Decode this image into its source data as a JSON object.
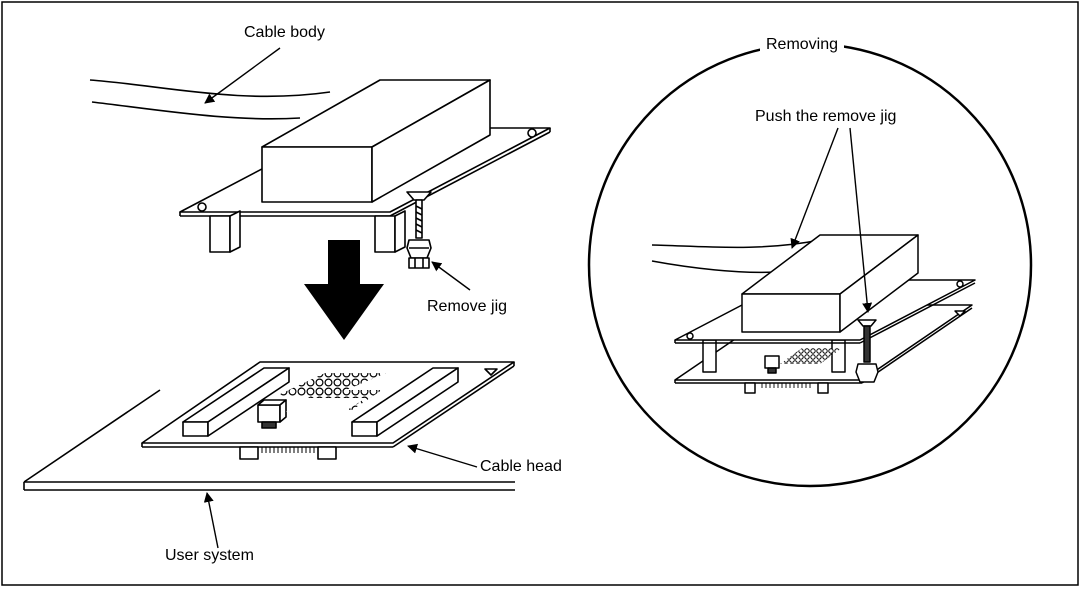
{
  "labels": {
    "cable_body": "Cable body",
    "remove_jig": "Remove jig",
    "cable_head": "Cable head",
    "user_system": "User system",
    "removing": "Removing",
    "push_remove_jig": "Push the remove jig"
  },
  "colors": {
    "stroke": "#000000",
    "fill": "#ffffff",
    "dark": "#333333"
  }
}
